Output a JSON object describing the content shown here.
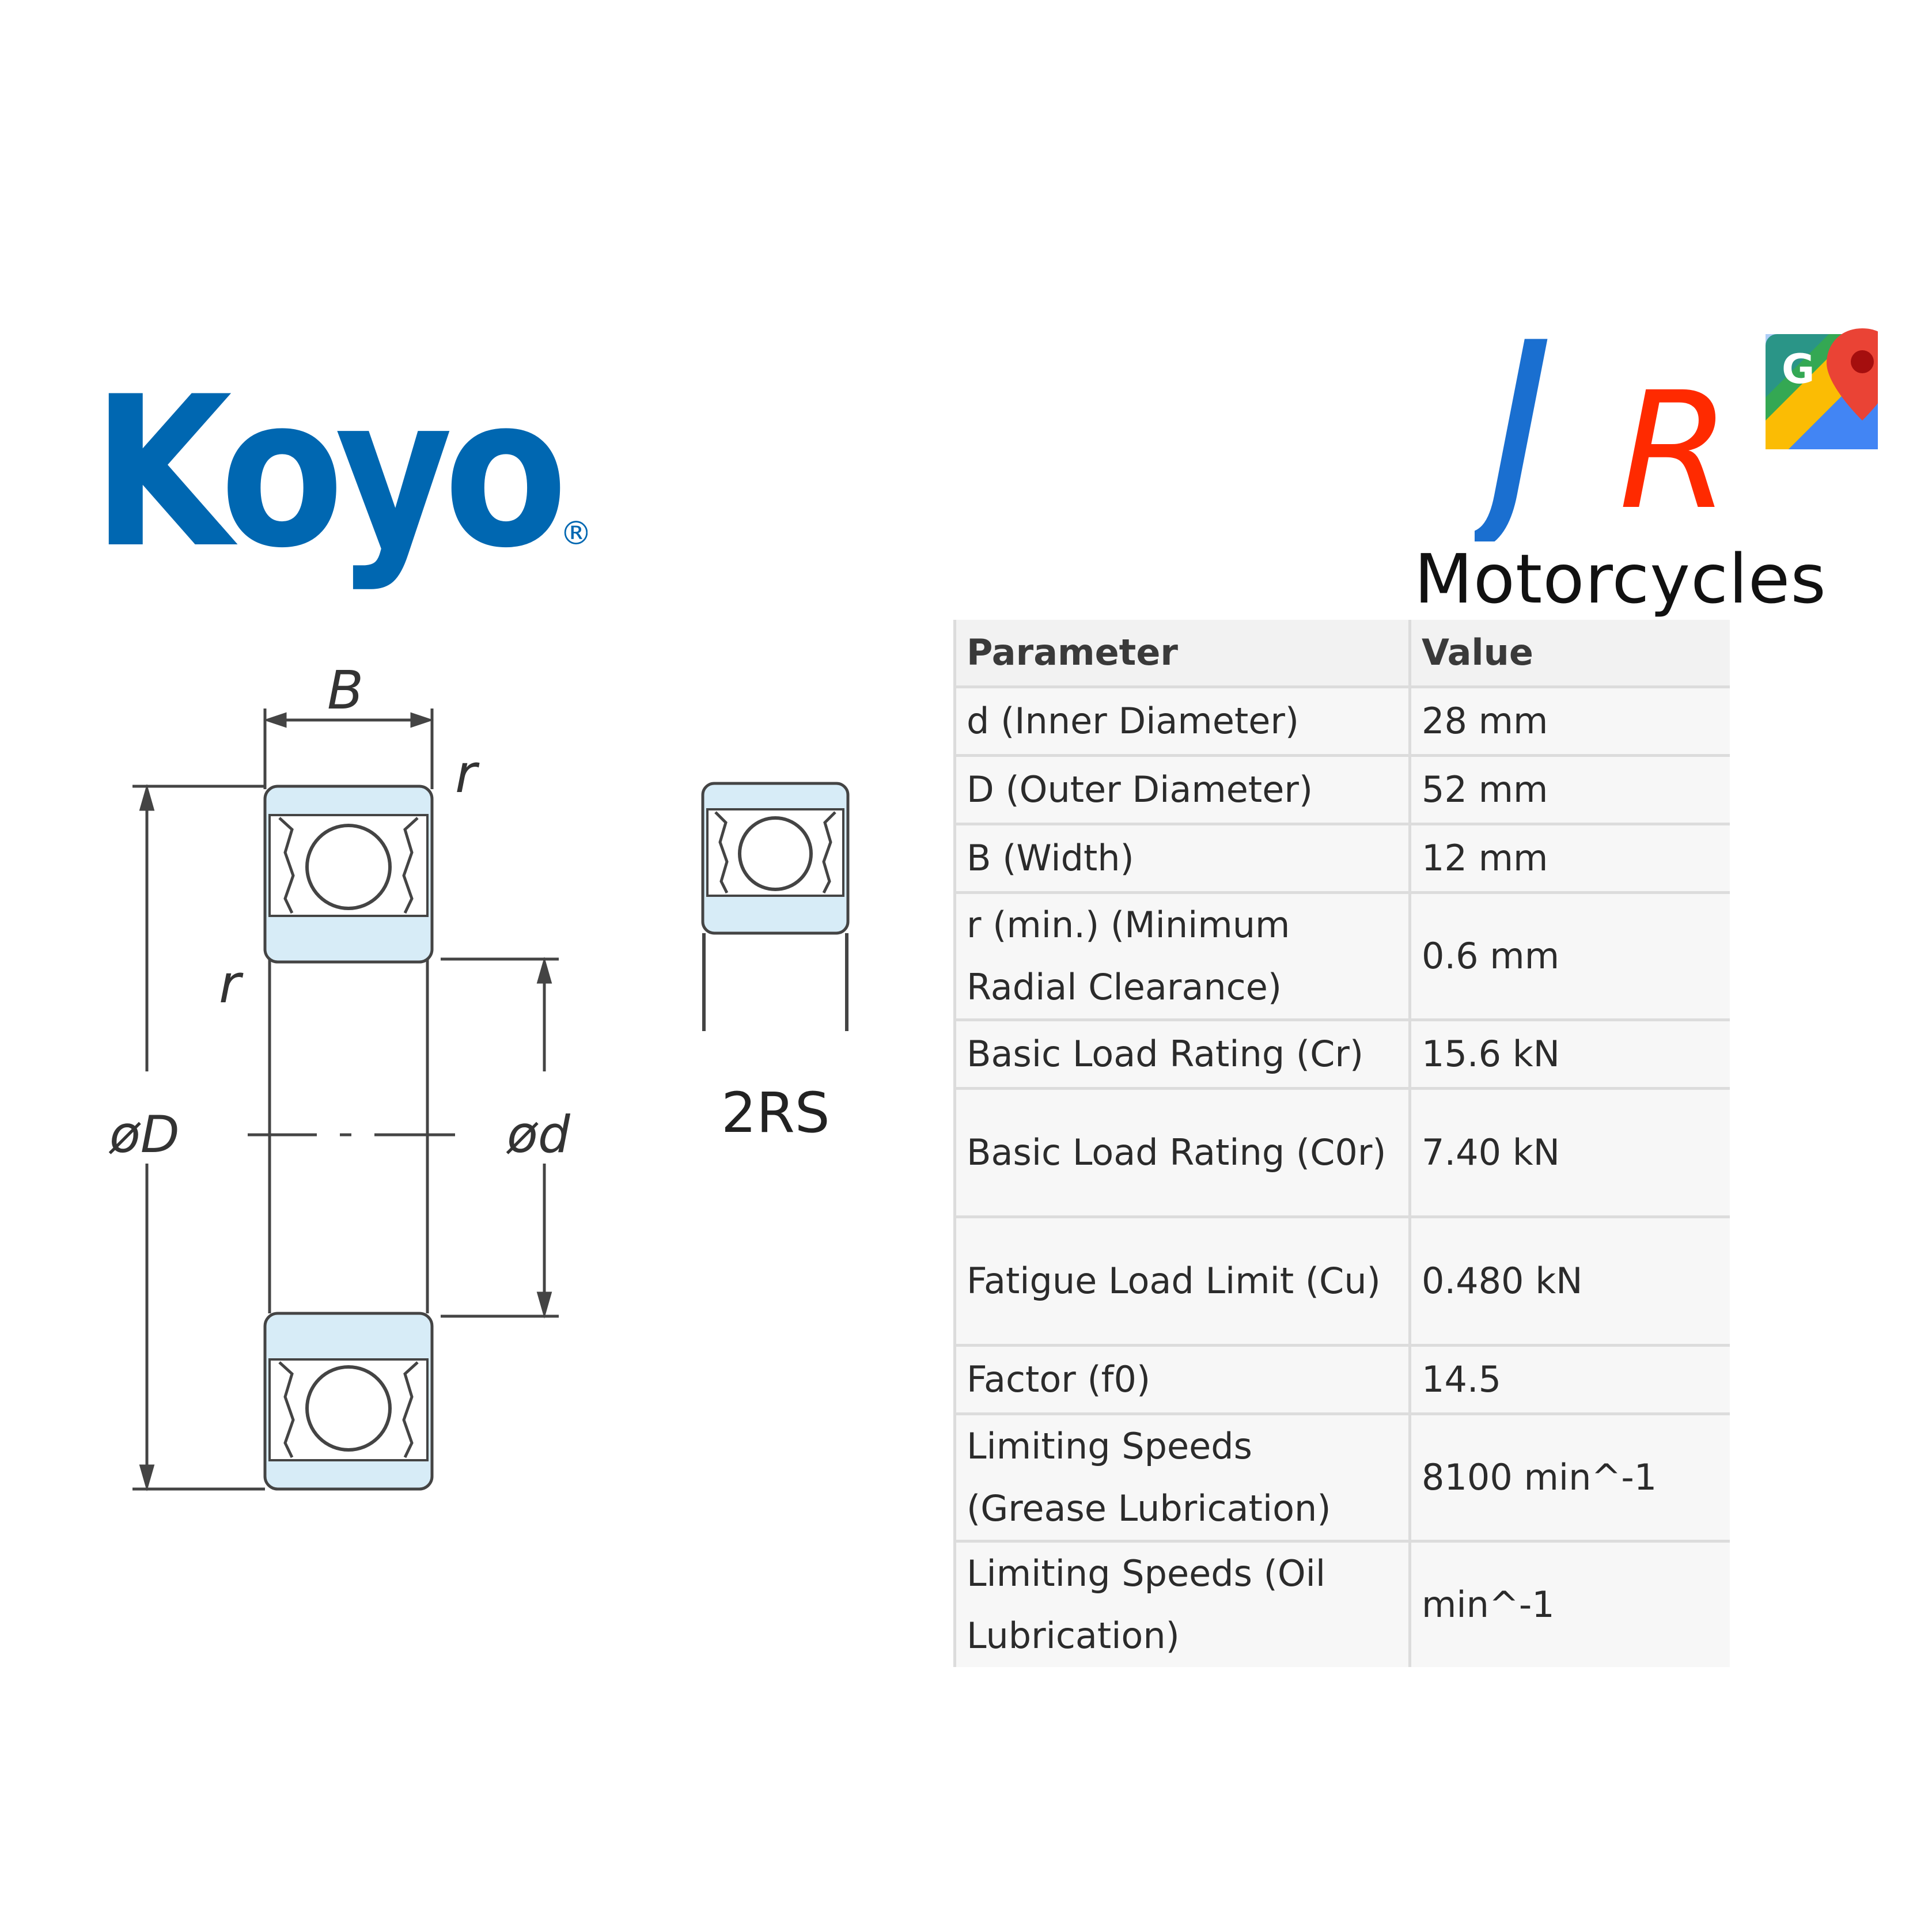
{
  "brand": {
    "koyo": "Koyo",
    "registered": "®",
    "koyo_color": "#0067b1"
  },
  "dealer": {
    "j": "J",
    "r": "R",
    "motorcycles": "Motorcycles",
    "j_color": "#1a6fd0",
    "r_color": "#ff2a00",
    "maps_badge_letter": "G",
    "icon": "google-maps-icon"
  },
  "drawing": {
    "labels": {
      "B": "B",
      "r_top": "r",
      "r_mid": "r",
      "D": "øD",
      "d": "ød"
    },
    "variant_label": "2RS",
    "ring_fill": "#d7ecf7",
    "line_color": "#444444"
  },
  "table": {
    "headers": [
      "Parameter",
      "Value"
    ],
    "rows": [
      [
        "d (Inner Diameter)",
        "28 mm"
      ],
      [
        "D (Outer Diameter)",
        "52 mm"
      ],
      [
        "B (Width)",
        "12 mm"
      ],
      [
        "r (min.) (Minimum Radial Clearance)",
        "0.6 mm"
      ],
      [
        "Basic Load Rating (Cr)",
        "15.6 kN"
      ],
      [
        "Basic Load Rating (C0r)",
        "7.40 kN"
      ],
      [
        "Fatigue Load Limit (Cu)",
        "0.480 kN"
      ],
      [
        "Factor (f0)",
        "14.5"
      ],
      [
        "Limiting Speeds (Grease Lubrication)",
        "8100 min^-1"
      ],
      [
        "Limiting Speeds (Oil Lubrication)",
        "min^-1"
      ]
    ]
  }
}
